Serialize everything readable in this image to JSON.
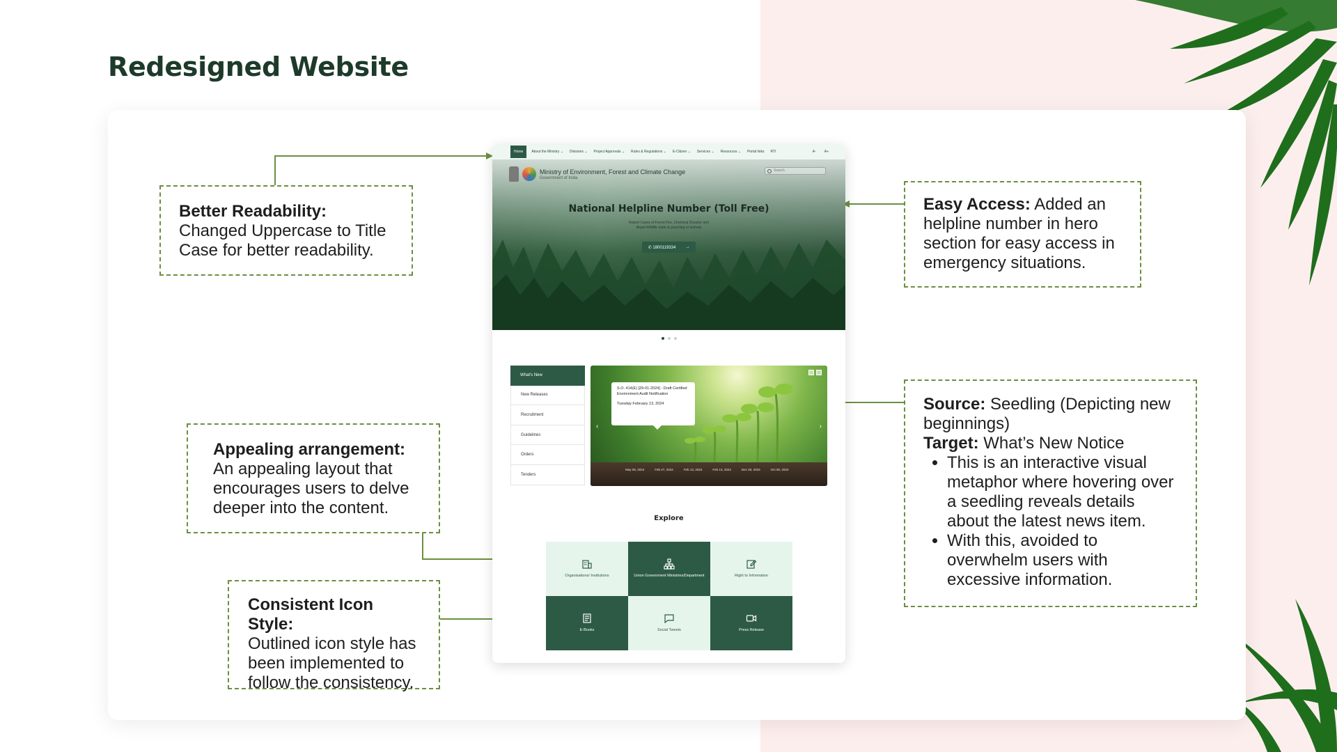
{
  "page": {
    "title": "Redesigned Website"
  },
  "colors": {
    "accent": "#2d5a45",
    "dash": "#6a8f3f",
    "pink": "#fdeeee"
  },
  "notes": {
    "readability": {
      "heading": "Better Readability:",
      "body": "Changed Uppercase to Title Case for better readability."
    },
    "access": {
      "heading": "Easy Access:",
      "body": " Added an helpline number in hero section for easy access in emergency situations."
    },
    "arrangement": {
      "heading": "Appealing arrangement:",
      "body": "An appealing layout that encourages users to delve deeper into the content."
    },
    "icons": {
      "heading": "Consistent Icon Style:",
      "body": "Outlined icon style has been implemented to follow the consistency."
    },
    "source": {
      "source_label": "Source:",
      "source_text": " Seedling (Depicting new beginnings)",
      "target_label": "Target:",
      "target_text": " What’s New Notice",
      "bullets": [
        "This is an interactive visual metaphor where hovering over a seedling reveals details about the latest news item.",
        "With this, avoided to overwhelm users with excessive information."
      ]
    }
  },
  "mockup": {
    "nav": [
      "Home",
      "About the Ministry ⌄",
      "Divisions ⌄",
      "Project Approvals ⌄",
      "Rules & Regulations ⌄",
      "E-Citizen ⌄",
      "Services ⌄",
      "Resources ⌄",
      "Portal links",
      "RTI"
    ],
    "nav_right": [
      "A-",
      "A+"
    ],
    "org": "Ministry of Environment, Forest and Climate Change",
    "gov": "Government of India",
    "search_placeholder": "Search",
    "hero_title": "National Helpline Number (Toll Free)",
    "hero_sub1": "Report Cases of Forest Fire, Chemical Disaster and",
    "hero_sub2": "Illegal Wildlife trade & poaching of animals",
    "hero_phone": "✆ 1800119334",
    "hero_arrow": "→",
    "whats_new": [
      "What's New",
      "New Releases",
      "Recruitment",
      "Guidelines",
      "Orders",
      "Tenders"
    ],
    "notice": "S.O. 414(E) [29-01-2024] - Draft Certified Environment Audit Notification",
    "notice_date": "Tuesday February 13, 2024",
    "dates": [
      "May 08, 2024",
      "Feb 27, 2024",
      "Feb 13, 2024",
      "Feb 13, 2024",
      "Dec 29, 2023",
      "Oct 09, 2023"
    ],
    "explore": "Explore",
    "tiles": [
      {
        "label": "Organisations/ Institutions",
        "icon": "building-icon"
      },
      {
        "label": "Union Government Ministries/Department",
        "icon": "hierarchy-icon"
      },
      {
        "label": "Right to Information",
        "icon": "edit-icon"
      },
      {
        "label": "E-Books",
        "icon": "book-icon"
      },
      {
        "label": "Social Tweets",
        "icon": "chat-icon"
      },
      {
        "label": "Press Release",
        "icon": "video-icon"
      }
    ]
  }
}
